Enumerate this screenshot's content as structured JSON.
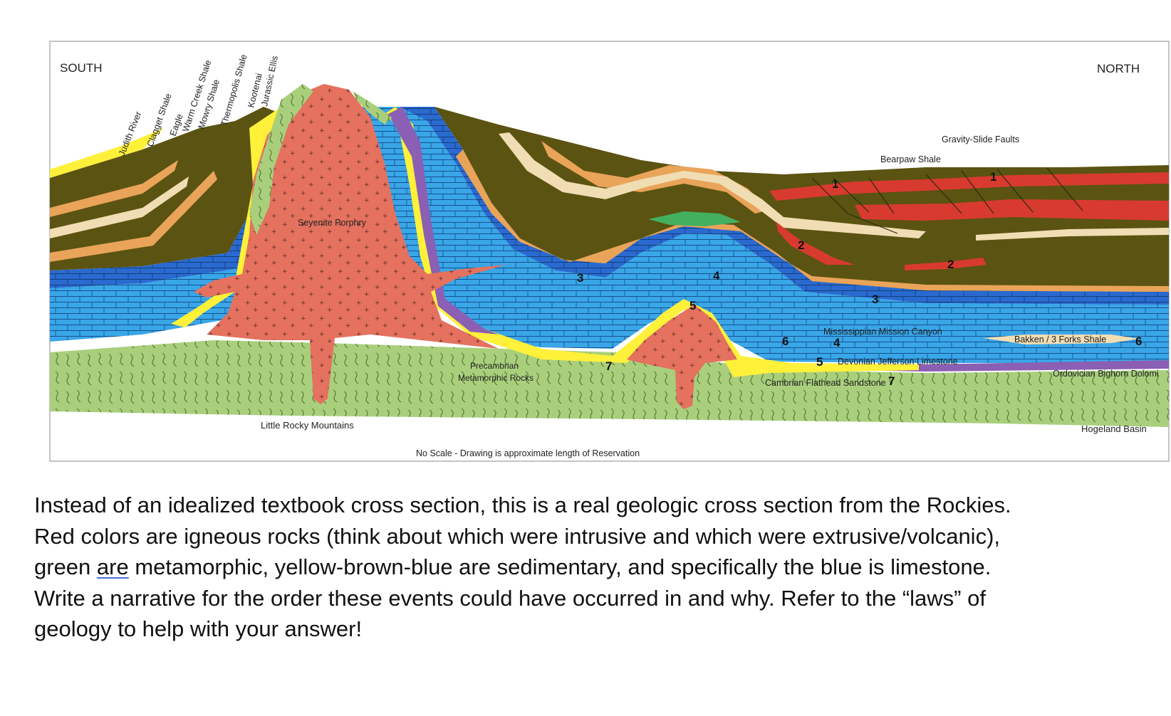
{
  "diagram": {
    "direction_left": "SOUTH",
    "direction_right": "NORTH",
    "formation_labels": [
      "Judith River",
      "Clagget Shale",
      "Eagle",
      "Warm Creek Shale",
      "Mowry Shale",
      "Thermopolis Shale",
      "Kootenai",
      "Jurassic Ellis"
    ],
    "labels": {
      "seyenite_porphry": "Seyenite Porphry",
      "precambrian_line1": "Precambrian",
      "precambrian_line2": "Metamorphic Rocks",
      "little_rocky": "Little Rocky Mountains",
      "no_scale": "No Scale - Drawing is approximate length of Reservation",
      "gravity_slide": "Gravity-Slide Faults",
      "bearpaw": "Bearpaw Shale",
      "mississippian": "Mississippian Mission Canyon",
      "devonian": "Devonian Jefferson Limestone",
      "cambrian": "Cambrian Flathead Sandstone",
      "bakken": "Bakken / 3 Forks Shale",
      "ordovician": "Ordovician Bighorn Dolomi",
      "hogeland": "Hogeland Basin"
    },
    "unit_numbers": [
      "1",
      "1",
      "2",
      "2",
      "3",
      "3",
      "4",
      "4",
      "5",
      "5",
      "6",
      "6",
      "7",
      "7"
    ],
    "colors": {
      "igneous": "#e5715f",
      "metamorphic": "#a9cf7c",
      "limestone": "#39a6e8",
      "shale_brown": "#5b5311",
      "sandstone_yellow": "#fff03a",
      "orange_bed": "#e9a45a",
      "cream_bed": "#f1ddb4",
      "dark_blue": "#2a6ad0",
      "purple": "#8b5fb3",
      "green_cap": "#43b060",
      "red_bed": "#d83a2f"
    }
  },
  "caption": {
    "part1": "Instead of an idealized textbook cross section, this is a real geologic cross section from the Rockies. Red colors are igneous rocks (think about which were intrusive and which were extrusive/volcanic), green ",
    "highlighted": "are",
    "part2": " metamorphic, yellow-brown-blue are sedimentary, and specifically the blue is limestone. Write a narrative for the order these events could have occurred in and why. Refer to the “laws” of geology to help with your answer!"
  }
}
